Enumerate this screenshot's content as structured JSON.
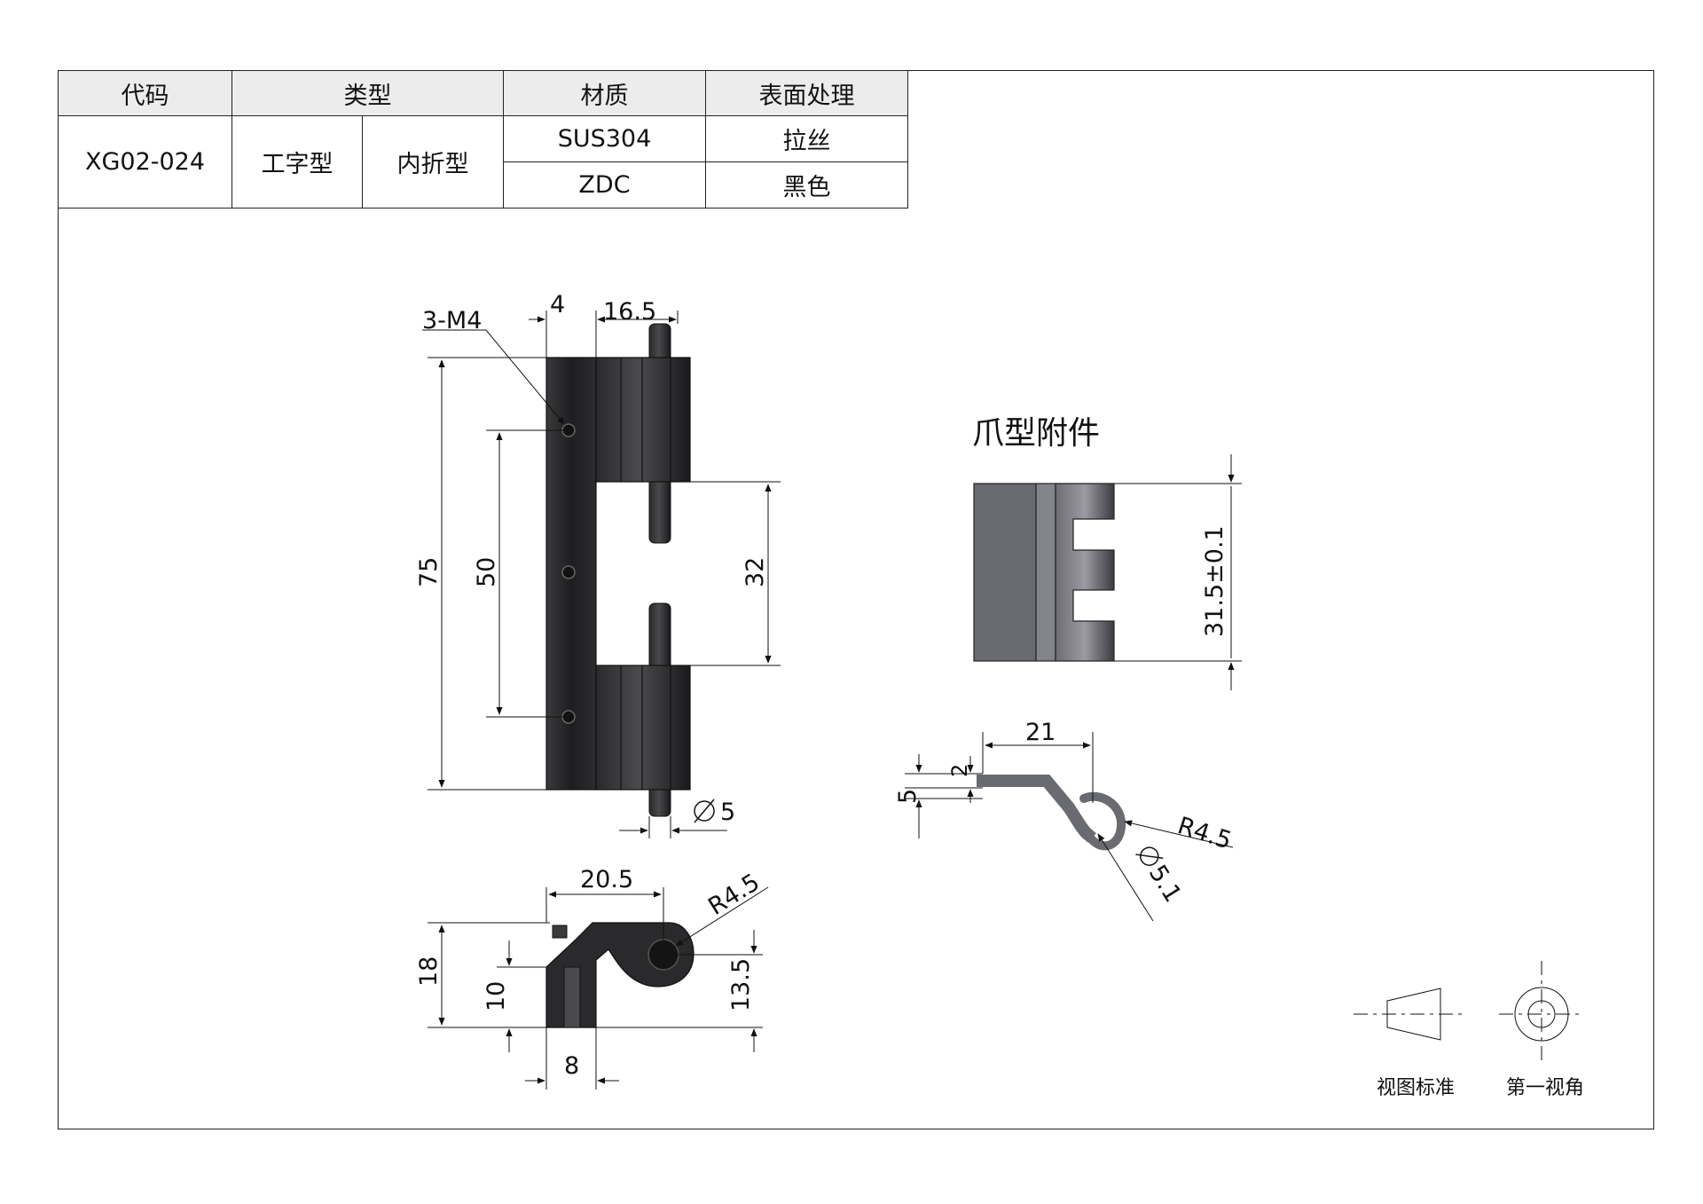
{
  "table": {
    "headers": {
      "code": "代码",
      "type": "类型",
      "material": "材质",
      "finish": "表面处理"
    },
    "code": "XG02-024",
    "type_a": "工字型",
    "type_b": "内折型",
    "materials": [
      "SUS304",
      "ZDC"
    ],
    "finishes": [
      "拉丝",
      "黑色"
    ]
  },
  "front_view": {
    "hole_label": "3-M4",
    "dim_4": "4",
    "dim_16_5": "16.5",
    "dim_75": "75",
    "dim_50": "50",
    "dim_32": "32",
    "dim_pin": "5"
  },
  "bottom_view": {
    "dim_20_5": "20.5",
    "dim_r": "R4.5",
    "dim_18": "18",
    "dim_10": "10",
    "dim_13_5": "13.5",
    "dim_8": "8"
  },
  "claw": {
    "title": "爪型附件",
    "dim_height": "31.5±0.1",
    "dim_21": "21",
    "dim_2": "2",
    "dim_5": "5",
    "dim_r": "R4.5",
    "dim_dia": "5.1"
  },
  "legend": {
    "view_standard": "视图标准",
    "first_angle": "第一视角"
  }
}
